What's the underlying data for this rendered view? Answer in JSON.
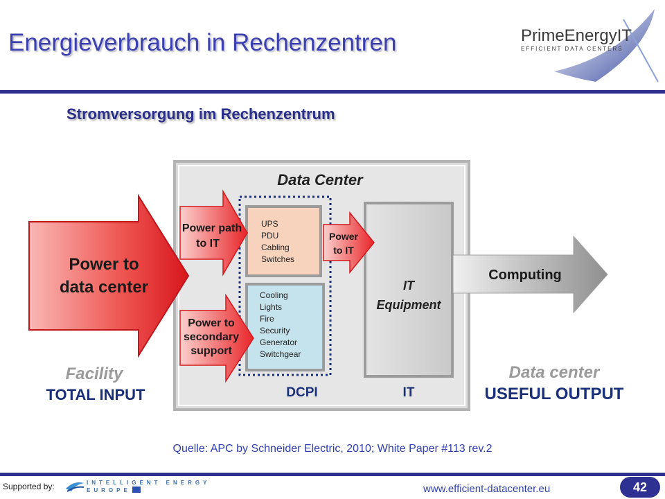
{
  "header": {
    "title": "Energieverbrauch in Rechenzentren",
    "logo_name": "PrimeEnergyIT",
    "logo_tagline": "EFFICIENT DATA CENTERS"
  },
  "subtitle": "Stromversorgung im Rechenzentrum",
  "diagram": {
    "data_center_label": "Data Center",
    "input_arrow": [
      "Power to",
      "data center"
    ],
    "power_path_arrow": [
      "Power path",
      "to IT"
    ],
    "secondary_arrow": [
      "Power to",
      "secondary",
      "support"
    ],
    "power_to_it_arrow": [
      "Power",
      "to IT"
    ],
    "power_path_box_items": [
      "UPS",
      "PDU",
      "Cabling",
      "Switches"
    ],
    "support_box_items": [
      "Cooling",
      "Lights",
      "Fire",
      "Security",
      "Generator",
      "Switchgear"
    ],
    "it_box_label": [
      "IT",
      "Equipment"
    ],
    "output_arrow": "Computing",
    "dcpi_label": "DCPI",
    "it_label": "IT",
    "facility_label": "Facility",
    "total_input_label": "TOTAL INPUT",
    "dc_output_label": "Data center",
    "useful_output_label": "USEFUL OUTPUT",
    "colors": {
      "red_arrow": "#e8262a",
      "orange_box": "#f7d3bd",
      "blue_box": "#c5e3ec",
      "gray_panel": "#dcdcdc",
      "dark_blue": "#1a2f7a"
    }
  },
  "source": "Quelle: APC by Schneider Electric, 2010; White Paper #113 rev.2",
  "footer": {
    "supported_by": "Supported by:",
    "sponsor_line1": "INTELLIGENT ENERGY",
    "sponsor_line2": "EUROPE",
    "url": "www.efficient-datacenter.eu",
    "page_number": "42"
  }
}
